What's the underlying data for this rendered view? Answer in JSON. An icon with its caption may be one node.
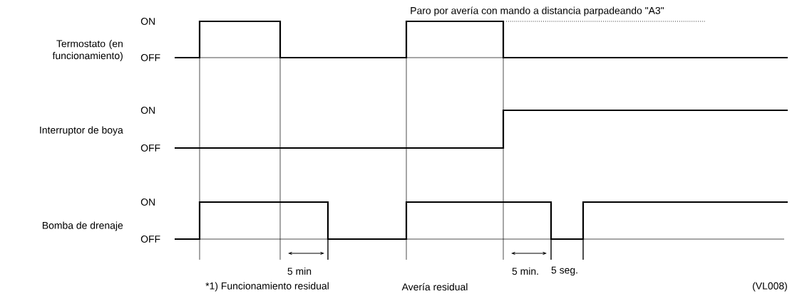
{
  "diagram": {
    "labels": [
      "Paro por avería con mando a distancia parpadeando \"A3\"",
      "ON",
      "Termostato (en funcionamiento)",
      "OFF",
      "ON",
      "Interruptor de boya",
      "OFF",
      "ON",
      "Bomba de drenaje",
      "OFF",
      "5 min",
      "5 min.",
      "5 seg.",
      "*1) Funcionamiento residual",
      "Avería residual",
      "(VL008)"
    ]
  }
}
